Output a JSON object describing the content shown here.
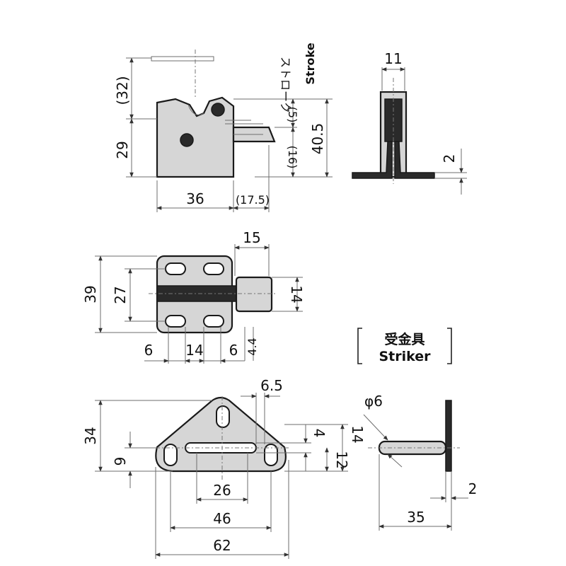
{
  "top_view": {
    "dims": {
      "d32": "(32)",
      "d29": "29",
      "d36": "36",
      "d17_5": "(17.5)",
      "d16": "(16)",
      "d5": "(5)",
      "d40_5": "40.5",
      "d11": "11",
      "d2": "2"
    },
    "stroke_jp": "ストローク",
    "stroke_en": "Stroke"
  },
  "middle_view": {
    "dims": {
      "d15": "15",
      "d39": "39",
      "d27": "27",
      "d14": "14",
      "d6a": "6",
      "d14b": "14",
      "d6b": "6",
      "d4_4": "4.4"
    }
  },
  "striker_label": {
    "jp": "受金具",
    "en": "Striker"
  },
  "bottom_view": {
    "dims": {
      "d6_5": "6.5",
      "d34": "34",
      "d9": "9",
      "d4": "4",
      "d12": "12",
      "d14": "14",
      "d26": "26",
      "d46": "46",
      "d62": "62",
      "phi6": "φ6",
      "d2": "2",
      "d35": "35"
    }
  }
}
